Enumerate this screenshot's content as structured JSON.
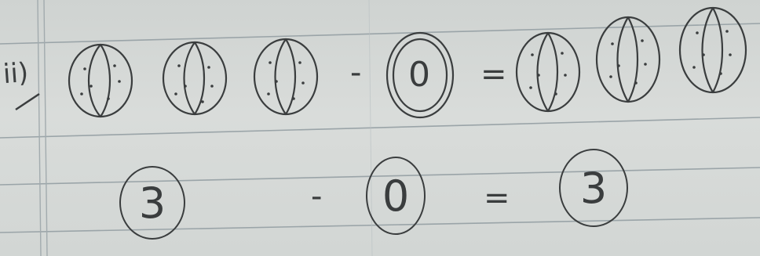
{
  "problem": {
    "number_label": "ii)",
    "row1": {
      "minus_symbol": "-",
      "empty_circle_label": "0",
      "equals_symbol": "="
    },
    "row2": {
      "minuend": "3",
      "minus_symbol": "-",
      "subtrahend": "0",
      "equals_symbol": "=",
      "result": "3"
    }
  },
  "colors": {
    "paper": "#d6d9d7",
    "ink": "#3a3d3e",
    "rule_line": "#8f9a9f",
    "margin_line": "#9aa3a6"
  }
}
